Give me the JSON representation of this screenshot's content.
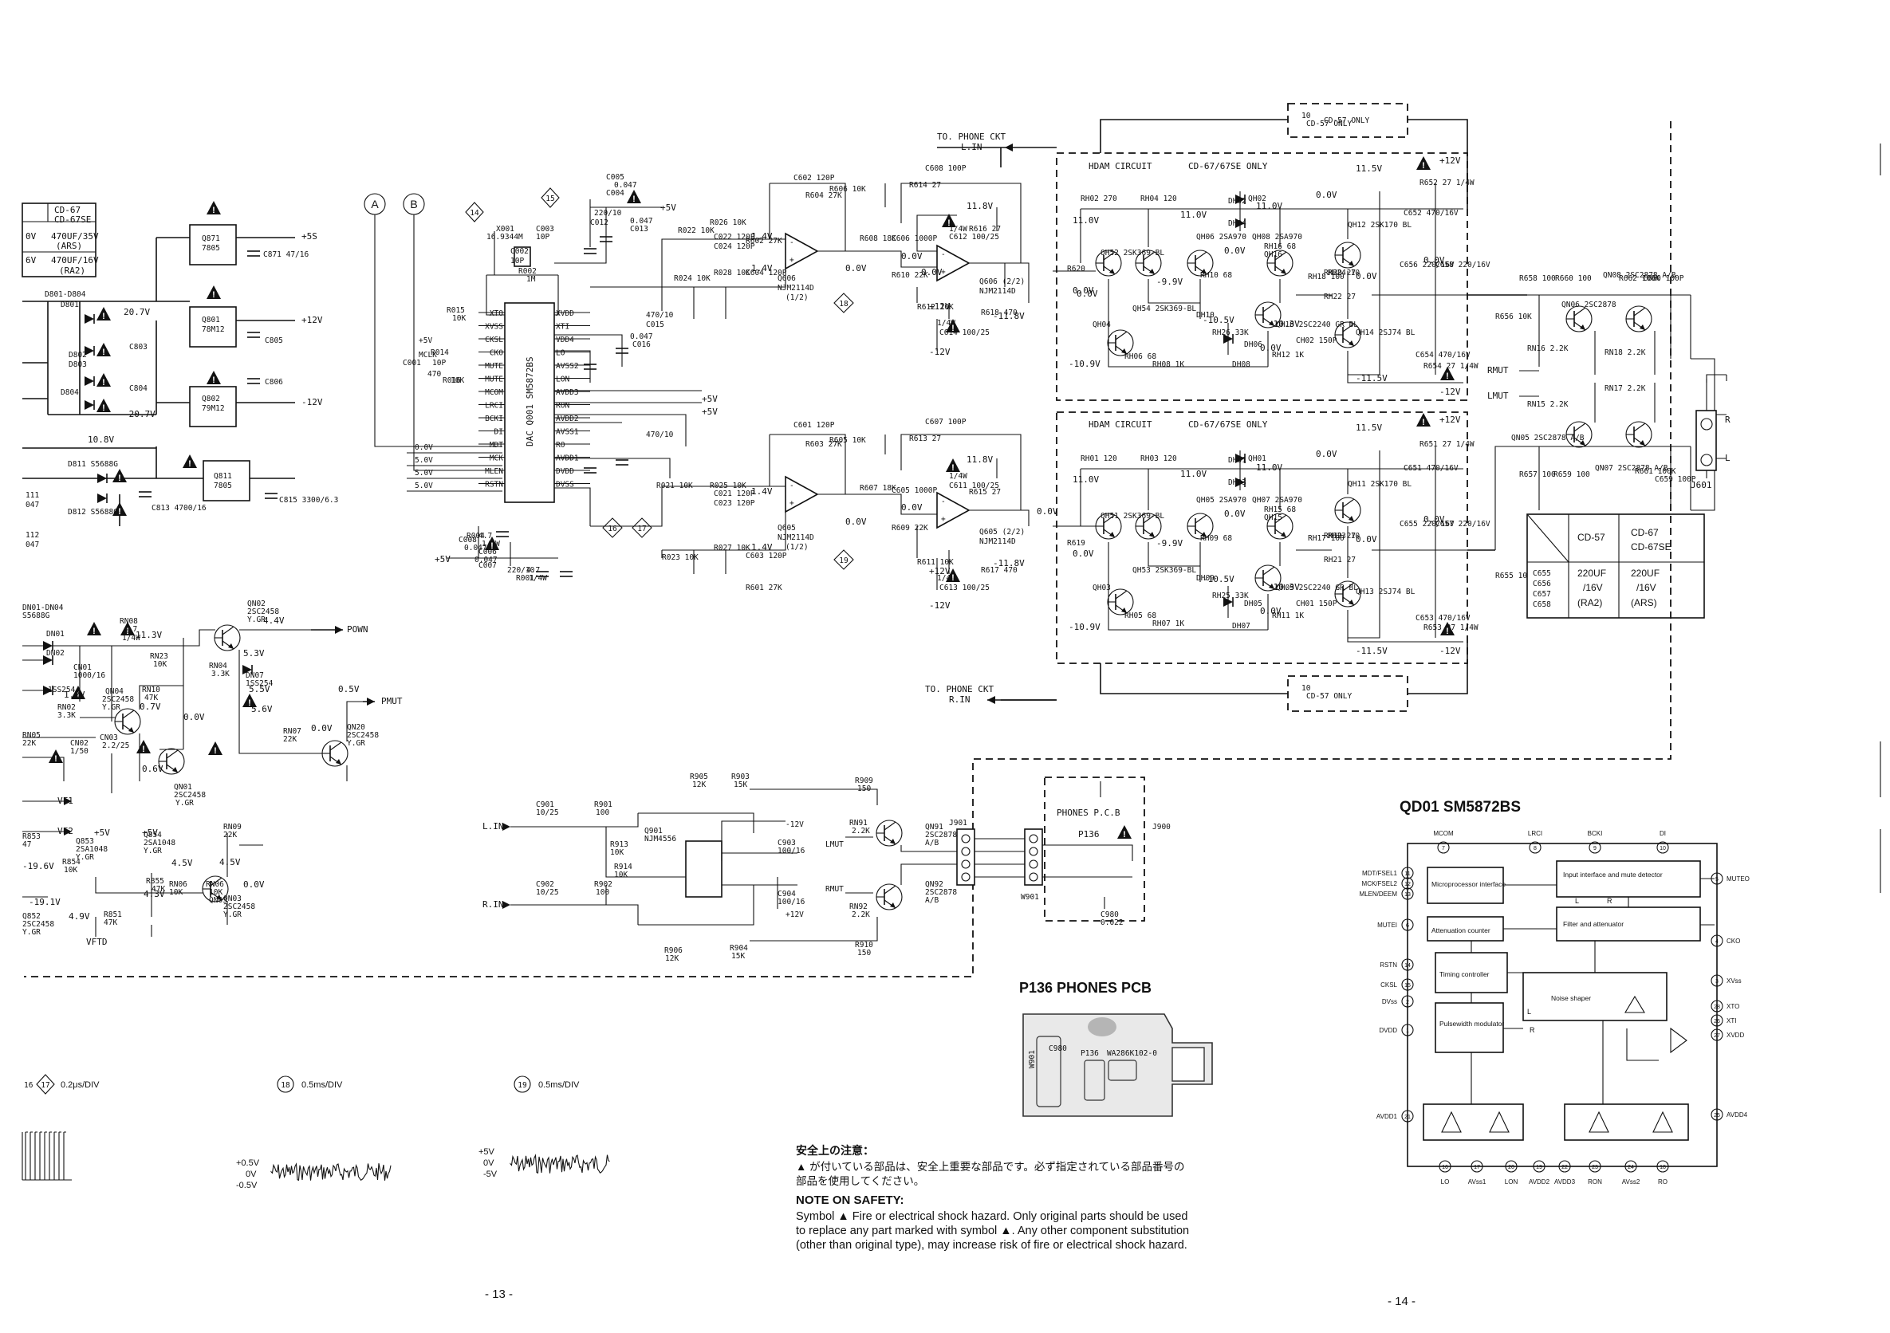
{
  "psu": {
    "table_rows": [
      "CD-67",
      "CD-67SE",
      "470UF/35V",
      "(ARS)",
      "470UF/16V",
      "(RA2)"
    ],
    "col_v": [
      "0V",
      "6V"
    ],
    "rails": [
      "+5S",
      "+12V",
      "-12V"
    ],
    "regs": [
      {
        "ref": "Q871",
        "part": "7805"
      },
      {
        "ref": "Q801",
        "part": "78M12"
      },
      {
        "ref": "Q802",
        "part": "79M12"
      },
      {
        "ref": "Q811",
        "part": "7805"
      }
    ],
    "caps": [
      "C871 47/16",
      "C805",
      "C806",
      "C803",
      "C804",
      "C813 4700/16",
      "C815 3300/6.3"
    ],
    "diodes": [
      "D801-D804",
      "D801",
      "D802",
      "D803",
      "D804",
      "D811 S5688G",
      "D812 S5688G"
    ],
    "volts": [
      "20.7V",
      "-20.7V",
      "10.8V"
    ],
    "misc": [
      "111",
      "047",
      "112",
      "047"
    ]
  },
  "dac": {
    "chip_label": "DAC  Q001  SM5872BS",
    "left_pins": [
      "XTO",
      "XVSS",
      "CKSL",
      "CKO",
      "MUTE",
      "MUTE",
      "MCOM",
      "LRCI",
      "BCKI",
      "DI",
      "MDT",
      "MCK",
      "MLEN",
      "RSTN"
    ],
    "right_pins": [
      "XVDD",
      "XTI",
      "VDD4",
      "LO",
      "AVSS2",
      "LON",
      "AVDD3",
      "RON",
      "AVDD2",
      "AVSS1",
      "RO",
      "AVDD1",
      "DVDD",
      "DVSS"
    ],
    "sig_volts": [
      "0.0V",
      "5.0V",
      "5.0V",
      "5.0V"
    ],
    "xtal": [
      "X001",
      "16.9344M",
      "C002",
      "10P",
      "R002",
      "1M",
      "C003",
      "10P"
    ],
    "parts": [
      "R015",
      "10K",
      "R014",
      "C001",
      "470",
      "10P",
      "R016",
      "10K",
      "C008",
      "0.047",
      "R004",
      "4.7",
      "1/4W",
      "C006",
      "0.047",
      "C007",
      "220/10",
      "R001",
      "4.7",
      "1/4W",
      "C005",
      "0.047",
      "C004",
      "220/10",
      "C012",
      "0.047",
      "C013",
      "0.047",
      "C016",
      "470/10",
      "C015",
      "470/10"
    ],
    "rails": [
      "+5V",
      "+5V",
      "+5V",
      "+5V"
    ],
    "markers": [
      "A",
      "B",
      "14",
      "15",
      "16",
      "17",
      "18",
      "19"
    ],
    "sig": [
      "MCLK",
      "+5V"
    ]
  },
  "amp_l": {
    "to_phone": [
      "TO. PHONE CKT",
      "L.IN"
    ],
    "hdam_title": "HDAM CIRCUIT",
    "hdam_note": "CD-67/67SE ONLY",
    "op1": [
      "Q606",
      "NJM2114D",
      "(1/2)"
    ],
    "op2": [
      "Q606 (2/2)",
      "NJM2114D"
    ],
    "parts": [
      "R022 10K",
      "R026 10K",
      "R024 10K",
      "R028 10K",
      "C022 120P",
      "C024 120P",
      "C604 120P",
      "R602 27K",
      "C602 120P",
      "R604 27K",
      "R606 10K",
      "R608 18K",
      "C606 1000P",
      "R610 22K",
      "R612 10K",
      "C608 100P",
      "R614 27",
      "1/4W",
      "C612 100/25",
      "R616 27",
      "1/4W",
      "C614 100/25",
      "R618 470",
      "R620",
      "10",
      "CD-57 ONLY"
    ],
    "volts": [
      "1.4V",
      "1.4V",
      "0.0V",
      "0.0V",
      "0.0V",
      "11.8V",
      "-11.8V",
      "+12V",
      "-12V",
      "0.0V"
    ]
  },
  "amp_r": {
    "to_phone": [
      "TO. PHONE CKT",
      "R.IN"
    ],
    "op1": [
      "Q605",
      "NJM2114D",
      "(1/2)"
    ],
    "op2": [
      "Q605 (2/2)",
      "NJM2114D"
    ],
    "parts": [
      "R021 10K",
      "R025 10K",
      "R023 10K",
      "R027 10K",
      "C021 120P",
      "C023 120P",
      "C603 120P",
      "R601 27K",
      "C601 120P",
      "R603 27K",
      "R605 10K",
      "R607 18K",
      "C605 1000P",
      "R609 22K",
      "R611 10K",
      "C607 100P",
      "R613 27",
      "1/4W",
      "C611 100/25",
      "R615 27",
      "1/4W",
      "C613 100/25",
      "R617 470",
      "R619",
      "10",
      "CD-57 ONLY"
    ],
    "volts": [
      "1.4V",
      "1.4V",
      "0.0V",
      "0.0V",
      "11.8V",
      "-11.8V",
      "+12V",
      "-12V",
      "0.0V"
    ]
  },
  "hdam_l": {
    "parts": [
      "RH02 270",
      "RH04 120",
      "QH02",
      "QH04",
      "QH06 2SA970",
      "QH08 2SA970",
      "QH16",
      "RH16 68",
      "RH10 68",
      "RH18 100",
      "RH20 27",
      "RH22 27",
      "RH24 10",
      "QH12 2SK170 BL",
      "QH14 2SJ74 BL",
      "QH52 2SK369-BL",
      "QH54 2SK369-BL",
      "RH06 68",
      "RH08 1K",
      "RH12 1K",
      "RH26 33K",
      "CH02 150P",
      "QH10 2SC2240 GR BL",
      "C652 470/16V",
      "R652 27 1/4W",
      "C654 470/16V",
      "R654 27 1/4W",
      "C656 220/16V",
      "C658 220/16V",
      "R656 10K",
      "DH02",
      "DH04",
      "DH06",
      "DH08",
      "DH10"
    ],
    "volts": [
      "11.0V",
      "11.0V",
      "11.5V",
      "0.0V",
      "0.0V",
      "0.0V",
      "-9.9V",
      "-10.5V",
      "-10.3V",
      "-10.9V",
      "-11.5V",
      "+12V",
      "-12V",
      "11.0V",
      "0.0V",
      "0.0V",
      "0.0V"
    ]
  },
  "hdam_r": {
    "parts": [
      "RH01 120",
      "RH03 120",
      "QH01",
      "QH03",
      "QH05 2SA970",
      "QH07 2SA970",
      "QH15",
      "RH15 68",
      "RH09 68",
      "RH17 100",
      "RH19 27",
      "RH21 27",
      "RH23 10",
      "QH11 2SK170 BL",
      "QH13 2SJ74 BL",
      "QH51 2SK369-BL",
      "QH53 2SK369-BL",
      "RH05 68",
      "RH07 1K",
      "RH11 1K",
      "RH25 33K",
      "CH01 150P",
      "QH09 2SC2240 GR BL",
      "C651 470/16V",
      "R651 27 1/4W",
      "C653 470/16V",
      "R653 27 1/4W",
      "C655 220/16V",
      "C657 220/16V",
      "R655 10K",
      "DH01",
      "DH03",
      "DH05",
      "DH07",
      "DH09"
    ],
    "volts": [
      "11.0V",
      "11.0V",
      "11.5V",
      "0.0V",
      "0.0V",
      "0.0V",
      "-9.9V",
      "-10.5V",
      "-10.3V",
      "-10.9V",
      "-11.5V",
      "+12V",
      "-12V",
      "11.0V",
      "0.0V",
      "0.0V",
      "0.0V"
    ]
  },
  "mute": {
    "parts": [
      "R658 100",
      "R660 100",
      "QN08 2SC2878 A/B",
      "QN06 2SC2878",
      "R662 100K",
      "C660 100P",
      "RN16 2.2K",
      "RN18 2.2K",
      "RN15 2.2K",
      "RN17 2.2K",
      "QN05 2SC2878 A/B",
      "QN07 2SC2878 A/B",
      "R657 100",
      "R659 100",
      "R661 100K",
      "C659 100P"
    ],
    "labels": [
      "RMUT",
      "LMUT",
      "R",
      "L",
      "J601"
    ]
  },
  "cap_table": {
    "head": [
      "CD-57",
      "CD-67",
      "CD-67SE"
    ],
    "refs": [
      "C655",
      "C656",
      "C657",
      "C658"
    ],
    "v57": [
      "220UF",
      "/16V",
      "(RA2)"
    ],
    "v67": [
      "220UF",
      "/16V",
      "(ARS)"
    ]
  },
  "power_mute": {
    "parts": [
      "DN01-DN04",
      "S5688G",
      "DN01",
      "DN02",
      "RN08",
      "4.7",
      "1/4W",
      "CN01",
      "1000/16",
      "QN02",
      "2SC2458",
      "Y.GR",
      "RN23",
      "10K",
      "RN04",
      "3.3K",
      "DN07",
      "1SS254",
      "QN04",
      "2SC2458",
      "Y.GR",
      "RN10",
      "47K",
      "RN02",
      "3.3K",
      "RN05",
      "22K",
      "CN02",
      "1/50",
      "CN03",
      "2.2/25",
      "QN01",
      "2SC2458",
      "Y.GR",
      "RN07",
      "22K",
      "QN20",
      "2SC2458",
      "Y.GR",
      "RN09",
      "22K",
      "QN03",
      "2SC2458",
      "Y.GR",
      "RN06",
      "10K",
      "1SS254"
    ],
    "volts": [
      "11.3V",
      "4.4V",
      "5.3V",
      "5.5V",
      "5.6V",
      "0.7V",
      "0.0V",
      "0.0V",
      "0.6V",
      "1.2V",
      "0.5V",
      "4.5V",
      "0.0V"
    ],
    "nets": [
      "POWN",
      "PMUT",
      "VF1",
      "VF2",
      "VFTD"
    ]
  },
  "vfd": {
    "parts": [
      "R853",
      "47",
      "R854",
      "10K",
      "Q853",
      "2SA1048",
      "Y.GR",
      "Q854",
      "2SA1048",
      "Y.GR",
      "R855",
      "47K",
      "R851",
      "47K",
      "Q852",
      "2SC2458",
      "Y.GR",
      "RN06",
      "10K",
      "QN03"
    ],
    "volts": [
      "-19.6V",
      "-19.1V",
      "4.9V",
      "4.5V",
      "4.3V",
      "+5V",
      "+5V"
    ]
  },
  "phones": {
    "parts": [
      "C901",
      "10/25",
      "R901",
      "100",
      "R913",
      "10K",
      "Q901",
      "NJM4556",
      "R914",
      "10K",
      "C902",
      "10/25",
      "R902",
      "100",
      "R905",
      "12K",
      "R903",
      "15K",
      "R906",
      "12K",
      "R904",
      "15K",
      "C903",
      "100/16",
      "C904",
      "100/16",
      "R909",
      "150",
      "R910",
      "150",
      "RN91",
      "2.2K",
      "RN92",
      "2.2K",
      "QN91",
      "2SC2878",
      "A/B",
      "QN92",
      "2SC2878",
      "A/B",
      "J901",
      "W901",
      "J900",
      "C980",
      "0.022"
    ],
    "nets": [
      "L.IN",
      "R.IN",
      "LMUT",
      "RMUT",
      "-12V",
      "+12V"
    ],
    "pcb_box": [
      "PHONES P.C.B",
      "P136"
    ]
  },
  "scopes": [
    {
      "num": "17",
      "pre": "16",
      "time": "0.2μs/DIV"
    },
    {
      "num": "18",
      "time": "0.5ms/DIV",
      "levels": [
        "+0.5V",
        "0V",
        "-0.5V"
      ]
    },
    {
      "num": "19",
      "time": "0.5ms/DIV",
      "levels": [
        "+5V",
        "0V",
        "-5V"
      ]
    }
  ],
  "pcb": {
    "title": "P136  PHONES PCB",
    "silk": [
      "P136",
      "WA286K102-0",
      "C980",
      "W901"
    ]
  },
  "safety": {
    "jp_title": "安全上の注意：",
    "jp_body1": "▲ が付いている部品は、安全上重要な部品です。必ず指定されている部品番号の",
    "jp_body2": "部品を使用してください。",
    "en_title": "NOTE ON SAFETY:",
    "en_body1": "Symbol ▲ Fire or electrical shock hazard.  Only original parts should be used",
    "en_body2": "to replace any part marked with symbol ▲.  Any other component substitution",
    "en_body3": "(other than original type), may increase risk of fire or electrical shock hazard."
  },
  "block": {
    "title": "QD01 SM5872BS",
    "top_pins": [
      {
        "n": "7",
        "name": "MCOM"
      },
      {
        "n": "8",
        "name": "LRCI"
      },
      {
        "n": "9",
        "name": "BCKI"
      },
      {
        "n": "10",
        "name": "DI"
      }
    ],
    "left_pins": [
      {
        "n": "11",
        "name": "MDT/FSEL1"
      },
      {
        "n": "12",
        "name": "MCK/FSEL2"
      },
      {
        "n": "13",
        "name": "MLEN/DEEM"
      },
      {
        "n": "6",
        "name": "MUTEI"
      },
      {
        "n": "14",
        "name": "RSTN"
      },
      {
        "n": "15",
        "name": "CKSL"
      },
      {
        "n": "2",
        "name": "DVss"
      },
      {
        "n": "1",
        "name": "DVDD"
      },
      {
        "n": "21",
        "name": "AVDD1"
      }
    ],
    "right_pins": [
      {
        "n": "5",
        "name": "MUTEO"
      },
      {
        "n": "4",
        "name": "CKO"
      },
      {
        "n": "3",
        "name": "XVss"
      },
      {
        "n": "28",
        "name": "XTO"
      },
      {
        "n": "26",
        "name": "XTI"
      },
      {
        "n": "27",
        "name": "XVDD"
      },
      {
        "n": "25",
        "name": "AVDD4"
      }
    ],
    "bottom_pins": [
      {
        "n": "16",
        "name": "LO"
      },
      {
        "n": "17",
        "name": "AVss1"
      },
      {
        "n": "20",
        "name": "LON"
      },
      {
        "n": "19",
        "name": "AVDD2"
      },
      {
        "n": "22",
        "name": "AVDD3"
      },
      {
        "n": "23",
        "name": "RON"
      },
      {
        "n": "24",
        "name": "AVss2"
      },
      {
        "n": "18",
        "name": "RO"
      }
    ],
    "blocks": [
      "Microprocessor interface",
      "Input interface and mute detector",
      "Filter and attenuator",
      "Attenuation counter",
      "Timing controller",
      "Noise shaper",
      "Pulsewidth modulator"
    ],
    "lr": [
      "L",
      "R",
      "L",
      "R"
    ]
  },
  "pages": [
    "- 13 -",
    "- 14 -"
  ]
}
